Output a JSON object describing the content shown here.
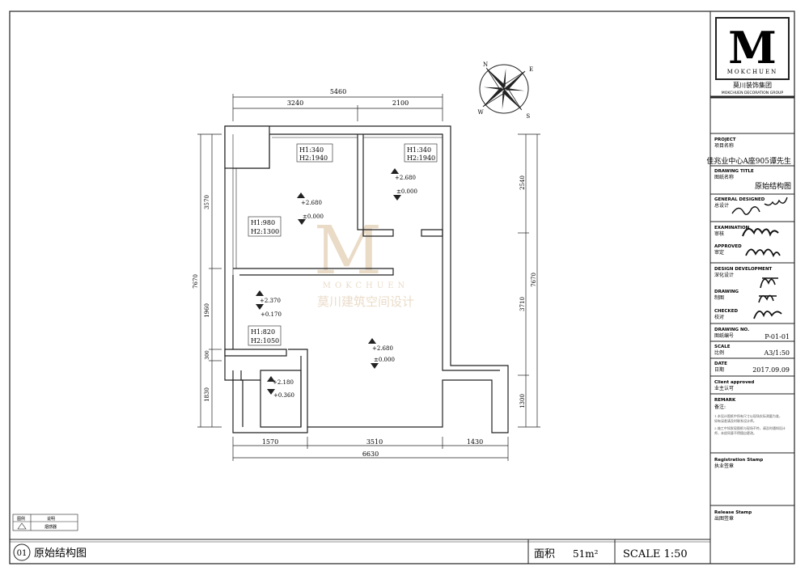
{
  "logo": {
    "mark": "M",
    "brand_en": "MOKCHUEN",
    "group_cn": "莫川装饰集团",
    "group_en": "MOKCHUEN DECORATION GROUP"
  },
  "titleblock": {
    "project_en": "PROJECT",
    "project_cn": "项目名称",
    "project_value": "佳兆业中心A座905谭先生",
    "drawing_title_en": "DRAWING TITLE",
    "drawing_title_cn": "图纸名称",
    "drawing_title_value": "原始结构图",
    "general_en": "GENERAL DESIGNED",
    "general_cn": "总设计",
    "exam_en": "EXAMINATION",
    "exam_cn": "审核",
    "approved_en": "APPROVED",
    "approved_cn": "审定",
    "design_dev_en": "DESIGN DEVELOPMENT",
    "design_dev_cn": "深化设计",
    "drawing_en": "DRAWING",
    "drawing_cn": "制图",
    "checked_en": "CHECKED",
    "checked_cn": "校对",
    "drawing_no_en": "DRAWING NO.",
    "drawing_no_cn": "图纸编号",
    "drawing_no_value": "P-01-01",
    "scale_en": "SCALE",
    "scale_cn": "比例",
    "scale_value": "A3/1:50",
    "date_en": "DATE",
    "date_cn": "日期",
    "date_value": "2017.09.09",
    "client_en": "Client approved",
    "client_cn": "业主认可",
    "remark_en": "REMARK",
    "remark_cn": "备注:",
    "remark_line1": "1.本设计图纸中所有尺寸以现场实际测量为准，",
    "remark_line2": "  如有误差请及时联系设计师。",
    "remark_line3": "2.施工中如发现图纸与现场不符，请及时通知设计",
    "remark_line4": "  师，未经同意不得擅自更改。",
    "reg_stamp_en": "Registration Stamp",
    "reg_stamp_cn": "执业签章",
    "release_stamp_en": "Release Stamp",
    "release_stamp_cn": "出图签章"
  },
  "watermark": {
    "letter": "M",
    "en": "MOKCHUEN",
    "cn": "莫川建筑空间设计"
  },
  "legend": {
    "col1": "图例",
    "col2": "说明",
    "row1": "烟感器"
  },
  "bottom": {
    "number": "01",
    "title": "原始结构图",
    "area_label": "面积",
    "area_value": "51m²",
    "scale": "SCALE 1:50"
  },
  "dims": {
    "top_total": "5460",
    "top_a": "3240",
    "top_b": "2100",
    "bottom_total": "6630",
    "bottom_a": "1570",
    "bottom_b": "3510",
    "bottom_c": "1430",
    "left_total": "7670",
    "left_a": "3570",
    "left_b": "1960",
    "left_c": "300",
    "left_d": "1830",
    "right_total": "7670",
    "right_a": "2540",
    "right_b": "3710",
    "right_c": "1300"
  },
  "labels": {
    "room1_h1": "H1:340",
    "room1_h2": "H2:1940",
    "room2_h1": "H1:340",
    "room2_h2": "H2:1940",
    "win_h1": "H1:980",
    "win_h2": "H2:1300",
    "win2_h1": "H1:820",
    "win2_h2": "H2:1050",
    "lvl_a": "+2.680",
    "lvl_a0": "±0.000",
    "lvl_b": "+2.680",
    "lvl_b0": "±0.000",
    "lvl_c": "+2.370",
    "lvl_c0": "+0.170",
    "lvl_d": "+2.680",
    "lvl_d0": "±0.000",
    "lvl_e": "+2.180",
    "lvl_e0": "+0.360"
  },
  "compass": {
    "n": "N",
    "s": "S",
    "e": "E",
    "w": "W"
  }
}
